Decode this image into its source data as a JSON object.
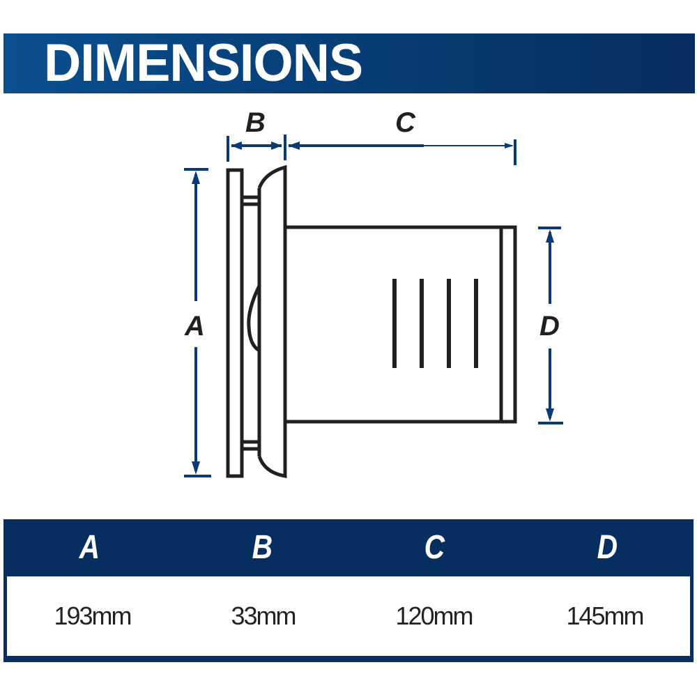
{
  "header": {
    "title": "DIMENSIONS"
  },
  "diagram": {
    "labels": {
      "A": "A",
      "B": "B",
      "C": "C",
      "D": "D"
    },
    "colors": {
      "dimension_line": "#0a3a75",
      "outline": "#231f20"
    }
  },
  "table": {
    "columns": [
      {
        "label": "A",
        "value": "193mm"
      },
      {
        "label": "B",
        "value": "33mm"
      },
      {
        "label": "C",
        "value": "120mm"
      },
      {
        "label": "D",
        "value": "145mm"
      }
    ],
    "colors": {
      "header_bg": "#062e5e",
      "header_text": "#ffffff"
    }
  }
}
